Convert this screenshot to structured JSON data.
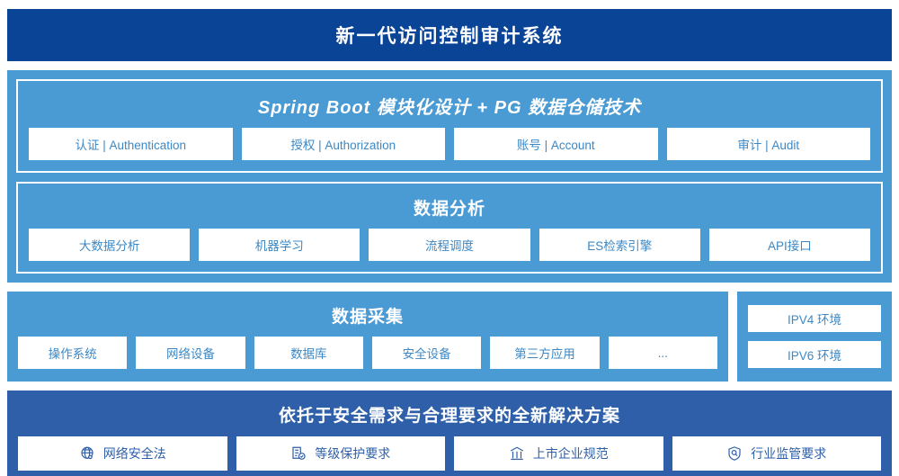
{
  "colors": {
    "header_bg": "#0a4496",
    "panel_mid": "#4a9ad4",
    "panel_dark": "#2e5fa8",
    "chip_text": "#3d88c4",
    "chip_text_dark": "#2e5fa8"
  },
  "header": {
    "title": "新一代访问控制审计系统"
  },
  "platform": {
    "title": "Spring Boot 模块化设计 + PG 数据仓储技术",
    "items": [
      {
        "label": "认证 | Authentication"
      },
      {
        "label": "授权 | Authorization"
      },
      {
        "label": "账号 | Account"
      },
      {
        "label": "审计 | Audit"
      }
    ]
  },
  "analysis": {
    "title": "数据分析",
    "items": [
      {
        "label": "大数据分析"
      },
      {
        "label": "机器学习"
      },
      {
        "label": "流程调度"
      },
      {
        "label": "ES检索引擎"
      },
      {
        "label": "API接口"
      }
    ]
  },
  "collect": {
    "title": "数据采集",
    "items": [
      {
        "label": "操作系统"
      },
      {
        "label": "网络设备"
      },
      {
        "label": "数据库"
      },
      {
        "label": "安全设备"
      },
      {
        "label": "第三方应用"
      },
      {
        "label": "..."
      }
    ]
  },
  "environment": {
    "items": [
      {
        "label": "IPV4 环境"
      },
      {
        "label": "IPV6 环境"
      }
    ]
  },
  "compliance": {
    "title": "依托于安全需求与合理要求的全新解决方案",
    "items": [
      {
        "label": "网络安全法",
        "icon": "globe-icon"
      },
      {
        "label": "等级保护要求",
        "icon": "document-check-icon"
      },
      {
        "label": "上市企业规范",
        "icon": "bank-icon"
      },
      {
        "label": "行业监管要求",
        "icon": "shield-search-icon"
      }
    ]
  }
}
